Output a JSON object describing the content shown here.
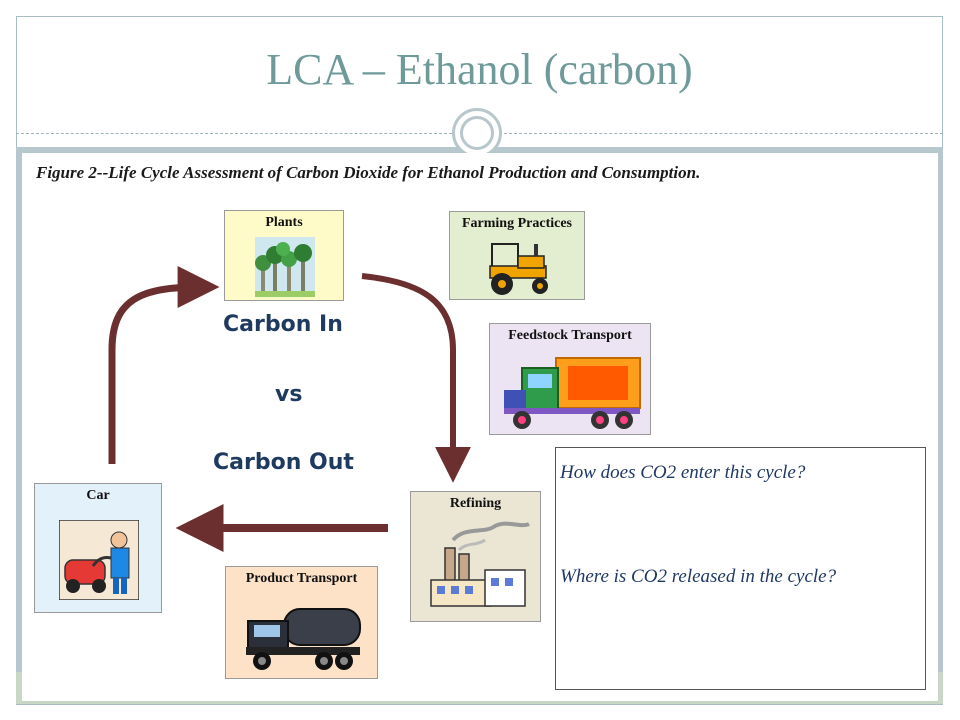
{
  "slide": {
    "title": "LCA – Ethanol (carbon)"
  },
  "figure": {
    "caption": "Figure 2--Life Cycle Assessment of Carbon Dioxide for Ethanol Production and Consumption.",
    "nodes": {
      "plants": "Plants",
      "farming": "Farming Practices",
      "feedstock": "Feedstock Transport",
      "refining": "Refining",
      "product_transport": "Product Transport",
      "car": "Car"
    },
    "center": {
      "carbon_in": "Carbon In",
      "vs": "vs",
      "carbon_out": "Carbon Out"
    },
    "arrow_color": "#6b2f2f"
  },
  "questions": {
    "q1": "How does CO2 enter this cycle?",
    "q2": "Where is CO2 released in the cycle?"
  },
  "colors": {
    "title": "#6e9a9a",
    "band": "#b6c8cd",
    "plants_box": "#fffbc8",
    "farming_box": "#e3edd0",
    "feedstock_box": "#ece4f2",
    "refining_box": "#ebe5d4",
    "product_box": "#fde2c8",
    "car_box": "#e3f1fa"
  }
}
